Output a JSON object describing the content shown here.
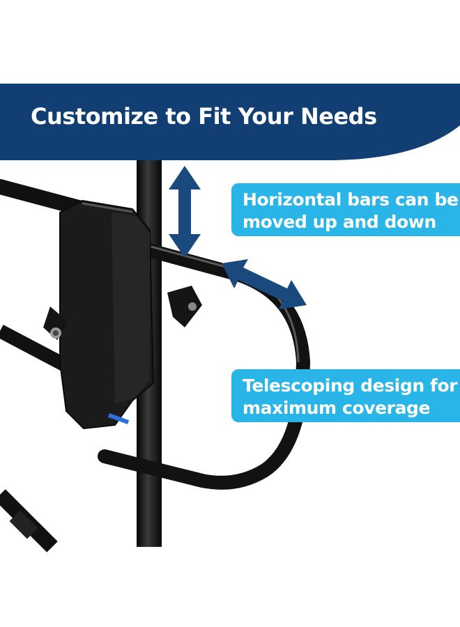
{
  "banner": {
    "title": "Customize to Fit Your Needs",
    "color": "#123f73"
  },
  "callouts": [
    {
      "line1": "Horizontal bars can be",
      "line2": "moved up and down"
    },
    {
      "line1": "Telescoping design for",
      "line2": "maximum coverage"
    }
  ],
  "colors": {
    "callout": "#29b5e8",
    "arrow": "#1a4a7d",
    "metal": "#141414"
  },
  "icons": [
    "vertical-double-arrow-icon",
    "diagonal-double-arrow-icon"
  ]
}
